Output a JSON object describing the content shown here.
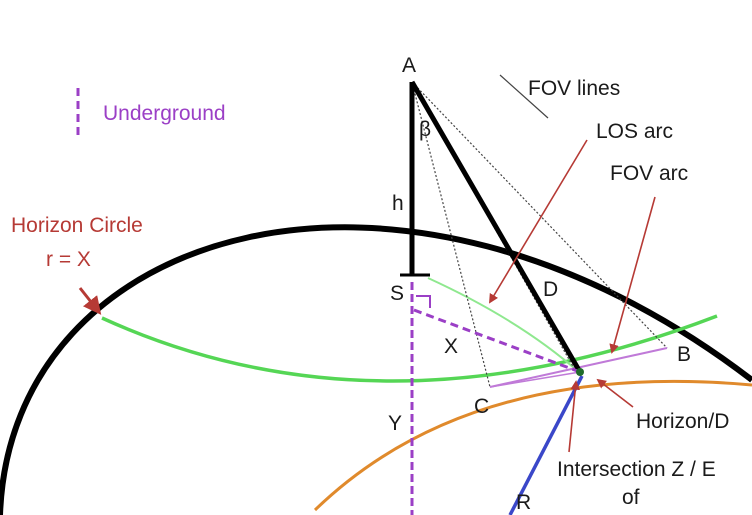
{
  "legend": {
    "underground": "Underground"
  },
  "labels": {
    "fov_lines": "FOV lines",
    "los_arc": "LOS arc",
    "fov_arc": "FOV arc",
    "horizon_circle": "Horizon Circle",
    "horizon_circle_r": "r = X",
    "horizon_d": "Horizon/D",
    "intersection": "Intersection Z / E",
    "intersection_of": "of"
  },
  "points": {
    "A": "A",
    "B": "B",
    "C": "C",
    "D": "D",
    "S": "S",
    "X": "X",
    "Y": "Y",
    "R": "R",
    "h": "h",
    "beta": "β"
  },
  "colors": {
    "earth_circle": "#000000",
    "horizon_circle": "#55d655",
    "annotation_red": "#b63a35",
    "underground_purple": "#9b3fc6",
    "radius_blue": "#3a47c9",
    "orange_arc": "#e08a2c"
  }
}
